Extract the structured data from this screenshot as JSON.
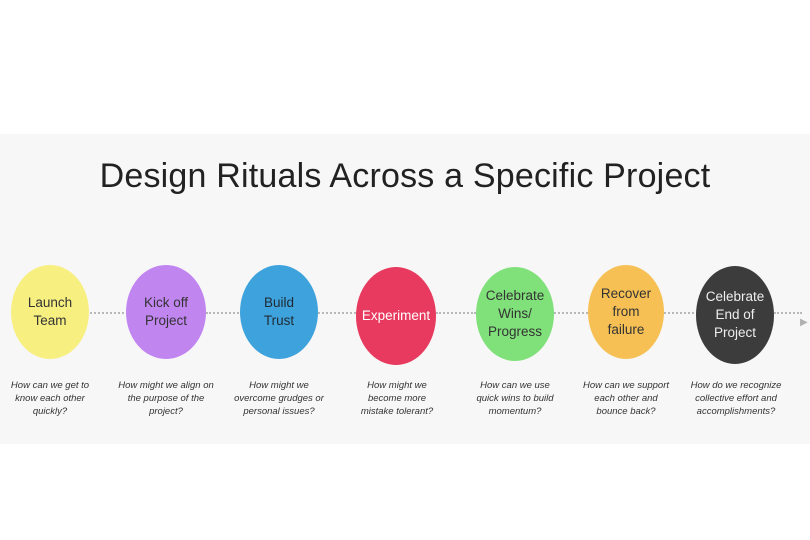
{
  "title": "Design Rituals Across a Specific Project",
  "stages": [
    {
      "label": "Launch\nTeam",
      "color": "#f7ef80",
      "text_color": "#333333",
      "question": "How can we get to\nknow each other\nquickly?"
    },
    {
      "label": "Kick off\nProject",
      "color": "#c185f0",
      "text_color": "#333333",
      "question": "How might we align on\nthe purpose of the\nproject?"
    },
    {
      "label": "Build\nTrust",
      "color": "#3ea3dc",
      "text_color": "#1f2a35",
      "question": "How might we\novercome grudges or\npersonal issues?"
    },
    {
      "label": "Experiment",
      "color": "#e8395f",
      "text_color": "#ffffff",
      "question": "How might we\nbecome more\nmistake tolerant?"
    },
    {
      "label": "Celebrate\nWins/\nProgress",
      "color": "#80e07a",
      "text_color": "#333333",
      "question": "How can we use\nquick wins to build\nmomentum?"
    },
    {
      "label": "Recover\nfrom\nfailure",
      "color": "#f6c054",
      "text_color": "#333333",
      "question": "How can we support\neach other and\nbounce back?"
    },
    {
      "label": "Celebrate\nEnd of\nProject",
      "color": "#3c3c3c",
      "text_color": "#eeeeee",
      "question": "How do we recognize\ncollective effort and\naccomplishments?"
    }
  ]
}
